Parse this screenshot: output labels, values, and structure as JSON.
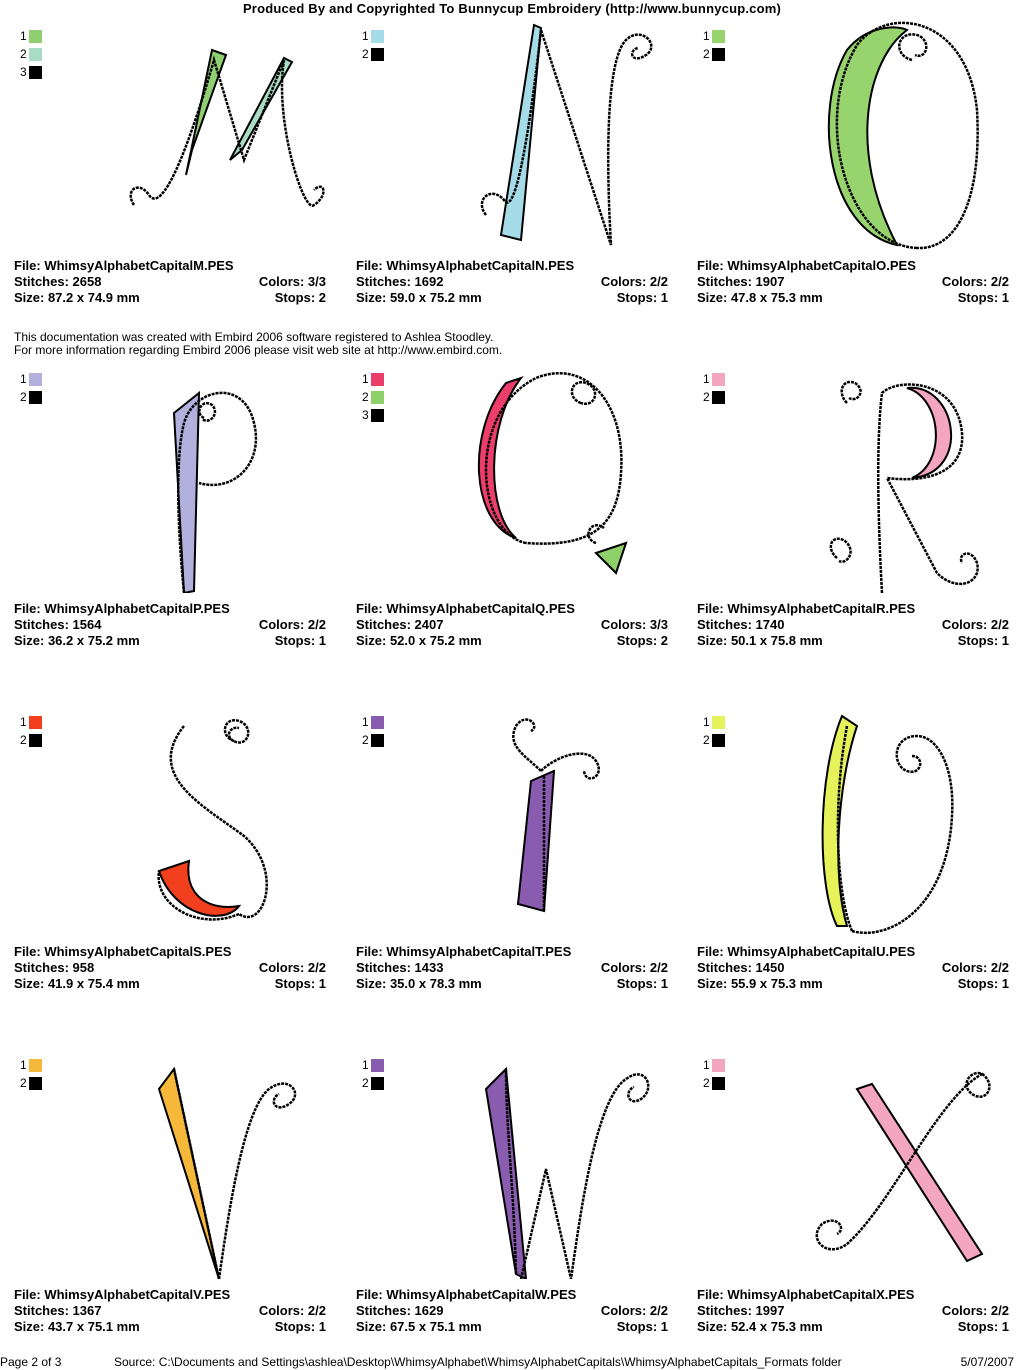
{
  "header": "Produced By and Copyrighted To Bunnycup Embroidery (http://www.bunnycup.com)",
  "note": {
    "line1": "This documentation was created with Embird 2006 software registered to Ashlea Stoodley.",
    "line2": "For more information regarding Embird 2006 please visit web site at http://www.embird.com."
  },
  "labels": {
    "file": "File:",
    "stitches": "Stitches:",
    "size": "Size:",
    "colors": "Colors:",
    "stops": "Stops:"
  },
  "designs": [
    {
      "letter": "M",
      "file": "WhimsyAlphabetCapitalM.PES",
      "stitches": "2658",
      "size": "87.2 x 74.9 mm",
      "colors": "3/3",
      "stops": "2",
      "swatches": [
        {
          "n": "1",
          "c": "#8fcf72"
        },
        {
          "n": "2",
          "c": "#a9dcc4"
        },
        {
          "n": "3",
          "c": "#000000"
        }
      ]
    },
    {
      "letter": "N",
      "file": "WhimsyAlphabetCapitalN.PES",
      "stitches": "1692",
      "size": "59.0 x 75.2 mm",
      "colors": "2/2",
      "stops": "1",
      "swatches": [
        {
          "n": "1",
          "c": "#a6dce8"
        },
        {
          "n": "2",
          "c": "#000000"
        }
      ]
    },
    {
      "letter": "O",
      "file": "WhimsyAlphabetCapitalO.PES",
      "stitches": "1907",
      "size": "47.8 x 75.3 mm",
      "colors": "2/2",
      "stops": "1",
      "swatches": [
        {
          "n": "1",
          "c": "#98d46e"
        },
        {
          "n": "2",
          "c": "#000000"
        }
      ]
    },
    {
      "letter": "P",
      "file": "WhimsyAlphabetCapitalP.PES",
      "stitches": "1564",
      "size": "36.2 x 75.2 mm",
      "colors": "2/2",
      "stops": "1",
      "swatches": [
        {
          "n": "1",
          "c": "#b2b0dc"
        },
        {
          "n": "2",
          "c": "#000000"
        }
      ]
    },
    {
      "letter": "Q",
      "file": "WhimsyAlphabetCapitalQ.PES",
      "stitches": "2407",
      "size": "52.0 x 75.2 mm",
      "colors": "3/3",
      "stops": "2",
      "swatches": [
        {
          "n": "1",
          "c": "#ec3e6a"
        },
        {
          "n": "2",
          "c": "#8ed06a"
        },
        {
          "n": "3",
          "c": "#000000"
        }
      ]
    },
    {
      "letter": "R",
      "file": "WhimsyAlphabetCapitalR.PES",
      "stitches": "1740",
      "size": "50.1 x 75.8 mm",
      "colors": "2/2",
      "stops": "1",
      "swatches": [
        {
          "n": "1",
          "c": "#f4a6c0"
        },
        {
          "n": "2",
          "c": "#000000"
        }
      ]
    },
    {
      "letter": "S",
      "file": "WhimsyAlphabetCapitalS.PES",
      "stitches": "958",
      "size": "41.9 x 75.4 mm",
      "colors": "2/2",
      "stops": "1",
      "swatches": [
        {
          "n": "1",
          "c": "#f2401e"
        },
        {
          "n": "2",
          "c": "#000000"
        }
      ]
    },
    {
      "letter": "T",
      "file": "WhimsyAlphabetCapitalT.PES",
      "stitches": "1433",
      "size": "35.0 x 78.3 mm",
      "colors": "2/2",
      "stops": "1",
      "swatches": [
        {
          "n": "1",
          "c": "#8a5cb0"
        },
        {
          "n": "2",
          "c": "#000000"
        }
      ]
    },
    {
      "letter": "U",
      "file": "WhimsyAlphabetCapitalU.PES",
      "stitches": "1450",
      "size": "55.9 x 75.3 mm",
      "colors": "2/2",
      "stops": "1",
      "swatches": [
        {
          "n": "1",
          "c": "#e6f25a"
        },
        {
          "n": "2",
          "c": "#000000"
        }
      ]
    },
    {
      "letter": "V",
      "file": "WhimsyAlphabetCapitalV.PES",
      "stitches": "1367",
      "size": "43.7 x 75.1 mm",
      "colors": "2/2",
      "stops": "1",
      "swatches": [
        {
          "n": "1",
          "c": "#f6b83a"
        },
        {
          "n": "2",
          "c": "#000000"
        }
      ]
    },
    {
      "letter": "W",
      "file": "WhimsyAlphabetCapitalW.PES",
      "stitches": "1629",
      "size": "67.5 x 75.1 mm",
      "colors": "2/2",
      "stops": "1",
      "swatches": [
        {
          "n": "1",
          "c": "#8a5cb0"
        },
        {
          "n": "2",
          "c": "#000000"
        }
      ]
    },
    {
      "letter": "X",
      "file": "WhimsyAlphabetCapitalX.PES",
      "stitches": "1997",
      "size": "52.4 x 75.3 mm",
      "colors": "2/2",
      "stops": "1",
      "swatches": [
        {
          "n": "1",
          "c": "#f4a6c0"
        },
        {
          "n": "2",
          "c": "#000000"
        }
      ]
    }
  ],
  "footer": {
    "page": "Page 2 of 3",
    "source": "Source: C:\\Documents and Settings\\ashlea\\Desktop\\WhimsyAlphabet\\WhimsyAlphabetCapitals\\WhimsyAlphabetCapitals_Formats folder",
    "date": "5/07/2007"
  }
}
